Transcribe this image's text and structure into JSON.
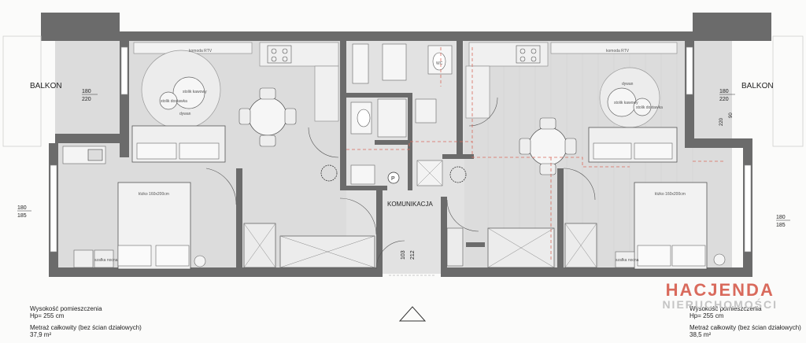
{
  "labels": {
    "balkon_left": "BALKON",
    "balkon_right": "BALKON",
    "komunikacja": "KOMUNIKACJA",
    "dim_180_left_top": "180",
    "dim_220_left_top": "220",
    "dim_180_right_top": "180",
    "dim_220_right_top": "220",
    "dim_180_left_mid": "180",
    "dim_185_left_mid": "185",
    "dim_180_right_mid": "180",
    "dim_185_right_mid": "185",
    "dim_103": "103",
    "dim_212": "212",
    "dim_220_vert": "220",
    "dim_90": "90",
    "tv_left": "komoda RTV",
    "tv_right": "komoda RTV",
    "rug_left": "dywan",
    "rug_right": "dywan",
    "tables_left_a": "stolik kawowy",
    "tables_left_b": "stolik dostawka",
    "tables_right_a": "stolik kawowy",
    "tables_right_b": "stolik dostawka",
    "bed_left": "łóżko 160x200cm",
    "bed_right": "łóżko 160x200cm",
    "wardrobe_left": "szafka nocna",
    "wardrobe_right": "szafka nocna",
    "wc": "WC",
    "p_symbol": "P"
  },
  "info_left": {
    "line1": "Wysokość pomieszczenia",
    "line2": "Hp= 255 cm",
    "line3": "Metraż całkowity (bez ścian działowych)",
    "line4": "37,9 m²"
  },
  "info_right": {
    "line1": "Wysokość pomieszczenia",
    "line2": "Hp= 255 cm",
    "line3": "Metraż całkowity (bez ścian działowych)",
    "line4": "38,5 m²"
  },
  "logo": {
    "line1": "HACJENDA",
    "line2": "NIERUCHOMOŚCI"
  },
  "colors": {
    "wall": "#6b6b6b",
    "floor": "#dcdcdc",
    "accent": "#d96a5c"
  }
}
